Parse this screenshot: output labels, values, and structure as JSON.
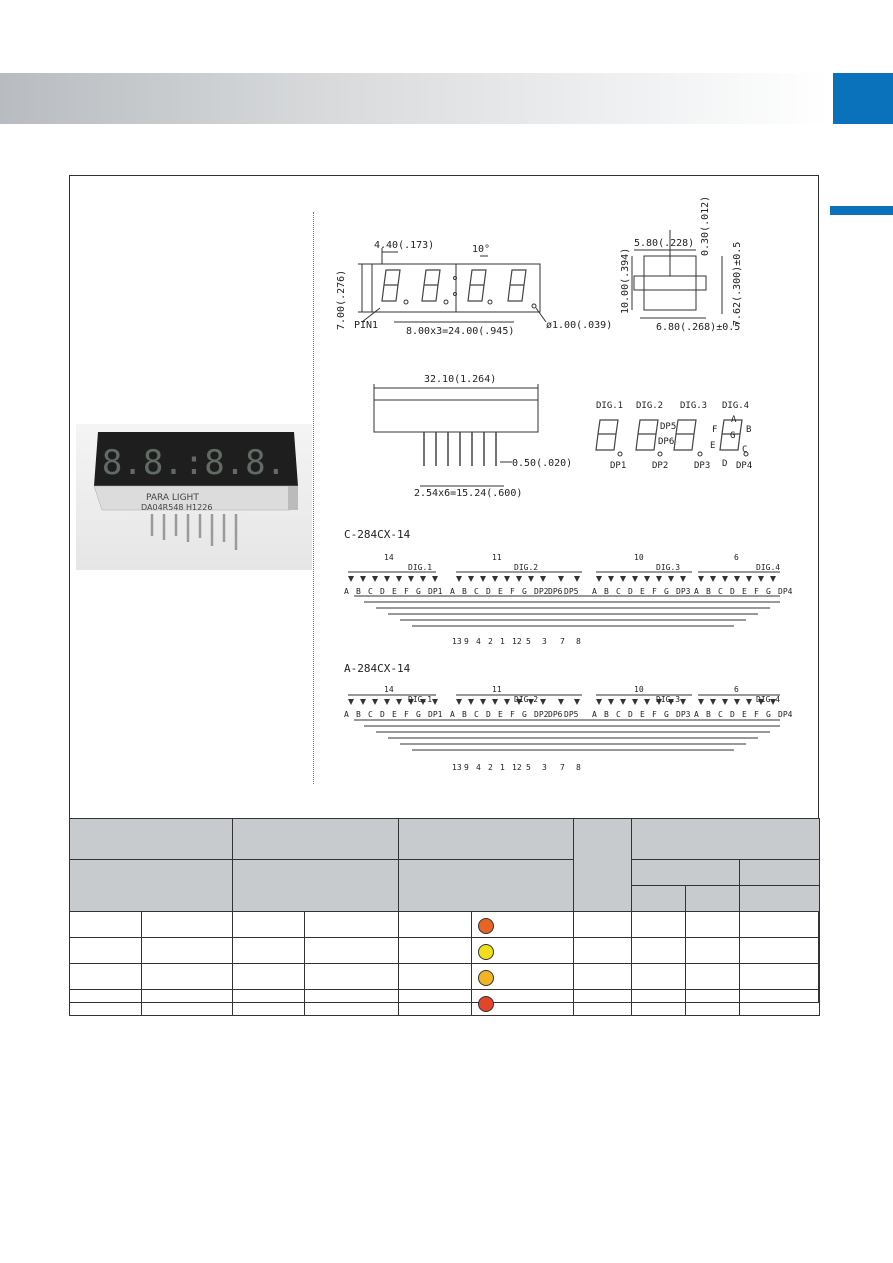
{
  "photo": {
    "brand_text": "PARA LIGHT",
    "code_text": "DA04R548 H1226",
    "digits": "8.8.:8.8."
  },
  "front_view": {
    "digit_width": "4.40(.173)",
    "slant": "10°",
    "height": "7.00(.276)",
    "pin1": "PIN1",
    "pitch": "8.00x3=24.00(.945)",
    "dot_dia": "ø1.00(.039)"
  },
  "side_view": {
    "depth": "5.80(.228)",
    "pin_thick": "0.30(.012)",
    "height": "10.00(.394)",
    "row_spacing": "7.62(.300)±0.5",
    "bottom": "6.80(.268)±0.5"
  },
  "bottom_view": {
    "length": "32.10(1.264)",
    "pin_width": "0.50(.020)",
    "pin_pitch": "2.54x6=15.24(.600)"
  },
  "segment_map": {
    "digits": [
      "DIG.1",
      "DIG.2",
      "DIG.3",
      "DIG.4"
    ],
    "dp_labels": [
      "DP1",
      "DP2",
      "DP3",
      "DP4"
    ],
    "colon_labels": [
      "DP5",
      "DP6"
    ],
    "segments": [
      "A",
      "B",
      "C",
      "D",
      "E",
      "F",
      "G"
    ]
  },
  "circuits": [
    {
      "title": "C-284CX-14",
      "common_pins": [
        "14",
        "11",
        "10",
        "6"
      ],
      "digit_labels": [
        "DIG.1",
        "DIG.2",
        "DIG.3",
        "DIG.4"
      ],
      "groups": [
        [
          "A",
          "B",
          "C",
          "D",
          "E",
          "F",
          "G",
          "DP1"
        ],
        [
          "A",
          "B",
          "C",
          "D",
          "E",
          "F",
          "G",
          "DP2",
          "DP6",
          "DP5"
        ],
        [
          "A",
          "B",
          "C",
          "D",
          "E",
          "F",
          "G",
          "DP3"
        ],
        [
          "A",
          "B",
          "C",
          "D",
          "E",
          "F",
          "G",
          "DP4"
        ]
      ],
      "bottom_pins": [
        "13",
        "9",
        "4",
        "2",
        "1",
        "12",
        "5",
        "3",
        "7",
        "8"
      ]
    },
    {
      "title": "A-284CX-14",
      "common_pins": [
        "14",
        "11",
        "10",
        "6"
      ],
      "digit_labels": [
        "DIG.1",
        "DIG.2",
        "DIG.3",
        "DIG.4"
      ],
      "groups": [
        [
          "A",
          "B",
          "C",
          "D",
          "E",
          "F",
          "G",
          "DP1"
        ],
        [
          "A",
          "B",
          "C",
          "D",
          "E",
          "F",
          "G",
          "DP2",
          "DP6",
          "DP5"
        ],
        [
          "A",
          "B",
          "C",
          "D",
          "E",
          "F",
          "G",
          "DP3"
        ],
        [
          "A",
          "B",
          "C",
          "D",
          "E",
          "F",
          "G",
          "DP4"
        ]
      ],
      "bottom_pins": [
        "13",
        "9",
        "4",
        "2",
        "1",
        "12",
        "5",
        "3",
        "7",
        "8"
      ]
    }
  ],
  "table": {
    "colors": {
      "header_band": "#c8cbce",
      "accent_blue": "#0a72ba"
    },
    "rows": [
      {
        "color_dot": "#e86425"
      },
      {
        "color_dot": "#f2dd1c"
      },
      {
        "color_dot": "#f0b425"
      },
      {
        "color_dot": "#e3452a"
      }
    ]
  }
}
